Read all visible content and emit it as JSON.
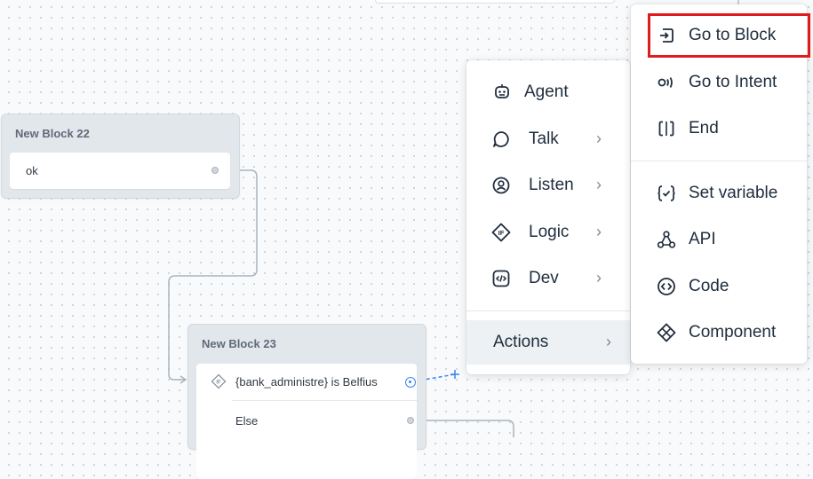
{
  "canvas": {
    "block_22": {
      "title": "New Block 22",
      "steps": [
        {
          "text": "ok"
        }
      ]
    },
    "block_23": {
      "title": "New Block 23",
      "steps": [
        {
          "text": "{bank_administre} is Belfius"
        },
        {
          "text": "Else"
        }
      ]
    }
  },
  "step_menu": {
    "items": [
      {
        "label": "Agent",
        "icon": "robot-icon"
      },
      {
        "label": "Talk",
        "icon": "chat-bubble-icon",
        "chevron": true
      },
      {
        "label": "Listen",
        "icon": "user-circle-icon",
        "chevron": true
      },
      {
        "label": "Logic",
        "icon": "if-diamond-icon",
        "chevron": true
      },
      {
        "label": "Dev",
        "icon": "code-square-icon",
        "chevron": true
      },
      {
        "label": "Actions",
        "icon": "",
        "chevron": true,
        "selected": true
      }
    ]
  },
  "actions_menu": {
    "items": [
      {
        "label": "Go to Block",
        "icon": "go-to-block-icon",
        "highlighted": true
      },
      {
        "label": "Go to Intent",
        "icon": "go-to-intent-icon"
      },
      {
        "label": "End",
        "icon": "end-icon"
      },
      {
        "label": "Set variable",
        "icon": "set-variable-icon"
      },
      {
        "label": "API",
        "icon": "api-icon"
      },
      {
        "label": "Code",
        "icon": "code-icon"
      },
      {
        "label": "Component",
        "icon": "component-icon"
      }
    ]
  },
  "colors": {
    "highlight": "#e01b1b",
    "link": "#3b82f6",
    "selected_bg": "#eef1f4"
  }
}
